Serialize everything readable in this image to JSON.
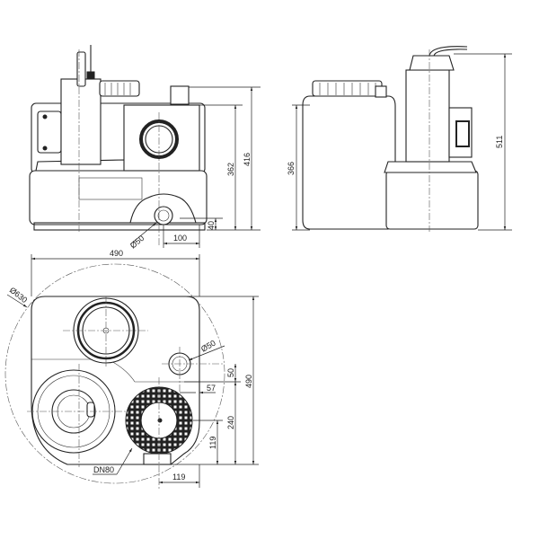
{
  "front_view": {
    "dim_height_total": "416",
    "dim_height_outlet": "362",
    "dim_inlet_height": "40",
    "dim_inlet_offset": "100",
    "inlet_diameter": "Ø50"
  },
  "side_view": {
    "dim_tank_height": "366",
    "dim_total_height": "511"
  },
  "top_view": {
    "dim_width": "490",
    "dim_depth": "490",
    "swing_diameter": "Ø630",
    "inlet_diameter": "Ø50",
    "dim_50": "50",
    "dim_57": "57",
    "dim_240": "240",
    "dim_119_vertical": "119",
    "dim_119_horizontal": "119",
    "outlet_label": "DN80"
  }
}
